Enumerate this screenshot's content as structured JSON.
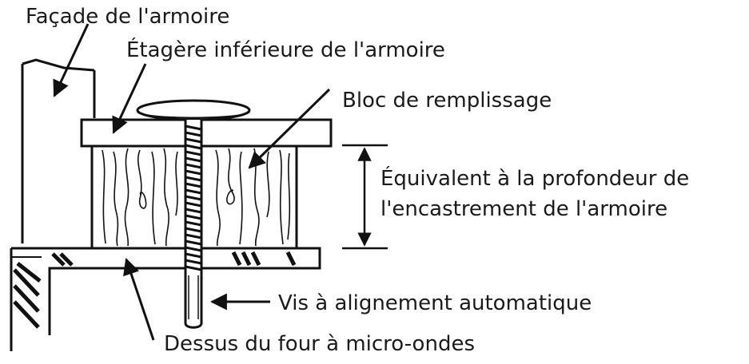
{
  "labels": {
    "cabinet_front": "Façade de l'armoire",
    "bottom_shelf": "Étagère inférieure de l'armoire",
    "filler_block": "Bloc de remplissage",
    "depth_line1": "Équivalent à la profondeur de",
    "depth_line2": "l'encastrement de l'armoire",
    "screw": "Vis à alignement automatique",
    "oven_top": "Dessus du four à micro-ondes"
  }
}
